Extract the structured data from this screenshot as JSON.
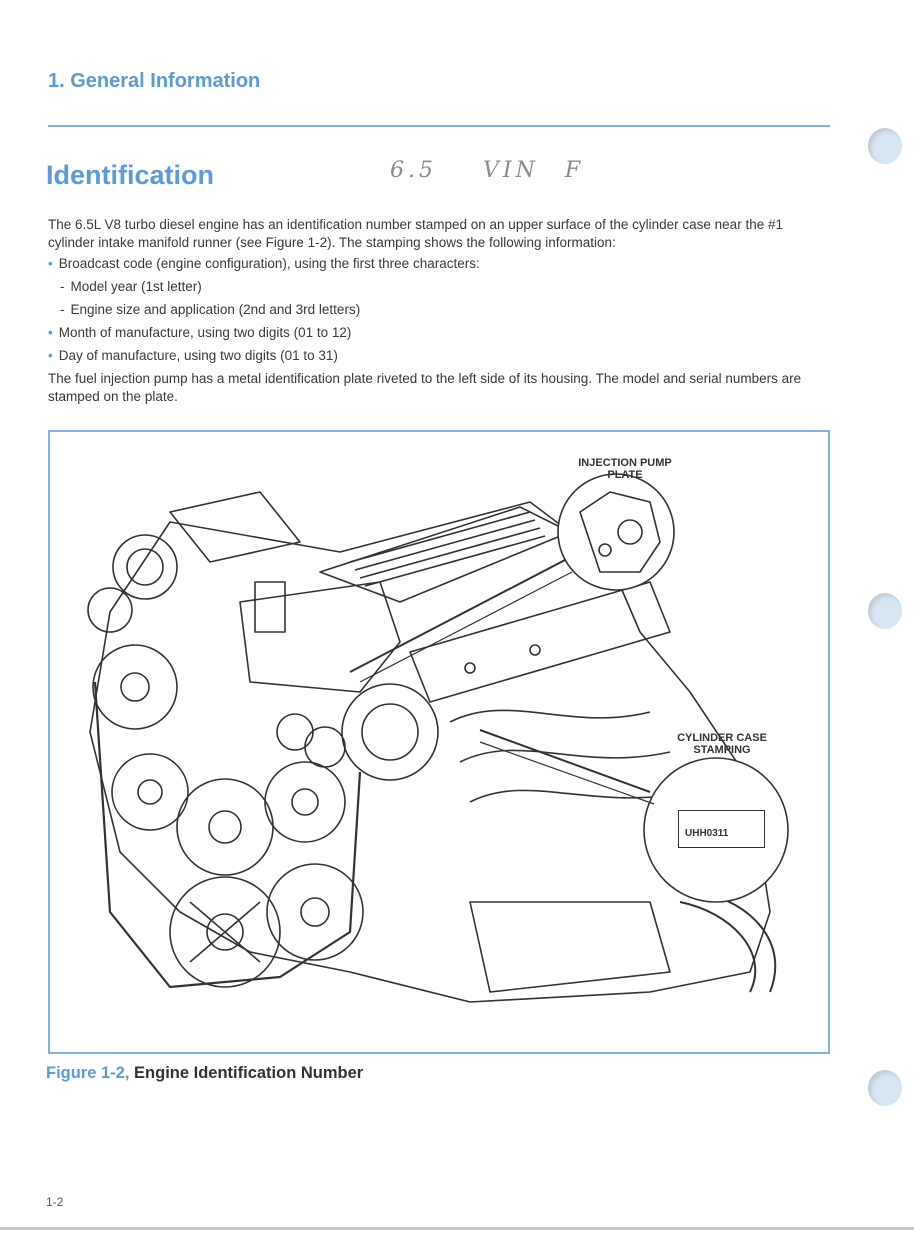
{
  "header": {
    "section": "1. General Information"
  },
  "title": "Identification",
  "handwriting": {
    "part1": "6.5",
    "part2": "VIN",
    "part3": "F"
  },
  "body": {
    "intro": "The 6.5L V8 turbo diesel engine has an identification number stamped on an upper surface of the cylinder case near the #1 cylinder intake manifold runner (see Figure 1-2). The stamping shows the following information:",
    "bullets": [
      {
        "text": "Broadcast code (engine configuration), using the first three characters:"
      },
      {
        "text": "Model year (1st letter)",
        "sub": true
      },
      {
        "text": "Engine size and application (2nd and 3rd letters)",
        "sub": true
      },
      {
        "text": "Month of manufacture, using two digits (01 to 12)"
      },
      {
        "text": "Day of manufacture, using two digits (01 to 31)"
      }
    ],
    "outro": "The fuel injection pump has a metal identification plate riveted to the left side of its housing. The model and serial numbers are stamped on the plate."
  },
  "figure": {
    "callout_pump_line1": "INJECTION PUMP",
    "callout_pump_line2": "PLATE",
    "callout_cylinder_line1": "CYLINDER CASE",
    "callout_cylinder_line2": "STAMPING",
    "stamp_code": "UHH0311",
    "caption_number": "Figure 1-2,",
    "caption_text": "Engine Identification Number"
  },
  "footer": {
    "page_number": "1-2"
  },
  "colors": {
    "accent": "#5b9bd8",
    "rule": "#7fb3e3",
    "binder_hole": "#d6e6f3"
  }
}
